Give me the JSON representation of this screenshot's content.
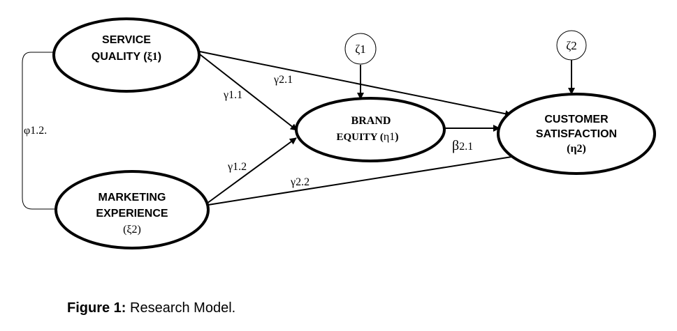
{
  "nodes": {
    "service_quality": {
      "line1": "SERVICE",
      "line2_name": "QUALITY (",
      "line2_sym": "ξ1",
      "line2_end": ")"
    },
    "marketing_experience": {
      "line1": "MARKETING",
      "line2": "EXPERIENCE",
      "line3": "(ξ2)"
    },
    "brand_equity": {
      "line1": "BRAND",
      "line2_name": "EQUITY (",
      "line2_sym": "η1",
      "line2_end": ")"
    },
    "customer_satisfaction": {
      "line1": "CUSTOMER",
      "line2": "SATISFACTION",
      "line3": "(η2)"
    }
  },
  "errors": {
    "zeta1": "ζ1",
    "zeta2": "ζ2"
  },
  "edges": {
    "phi": "φ1.2.",
    "gamma11": "γ1.1",
    "gamma21": "γ2.1",
    "gamma12": "γ1.2",
    "gamma22": "γ2.2",
    "beta21_sym": "β",
    "beta21_idx": "2.1"
  },
  "caption": {
    "label": "Figure 1:",
    "text": " Research Model."
  }
}
